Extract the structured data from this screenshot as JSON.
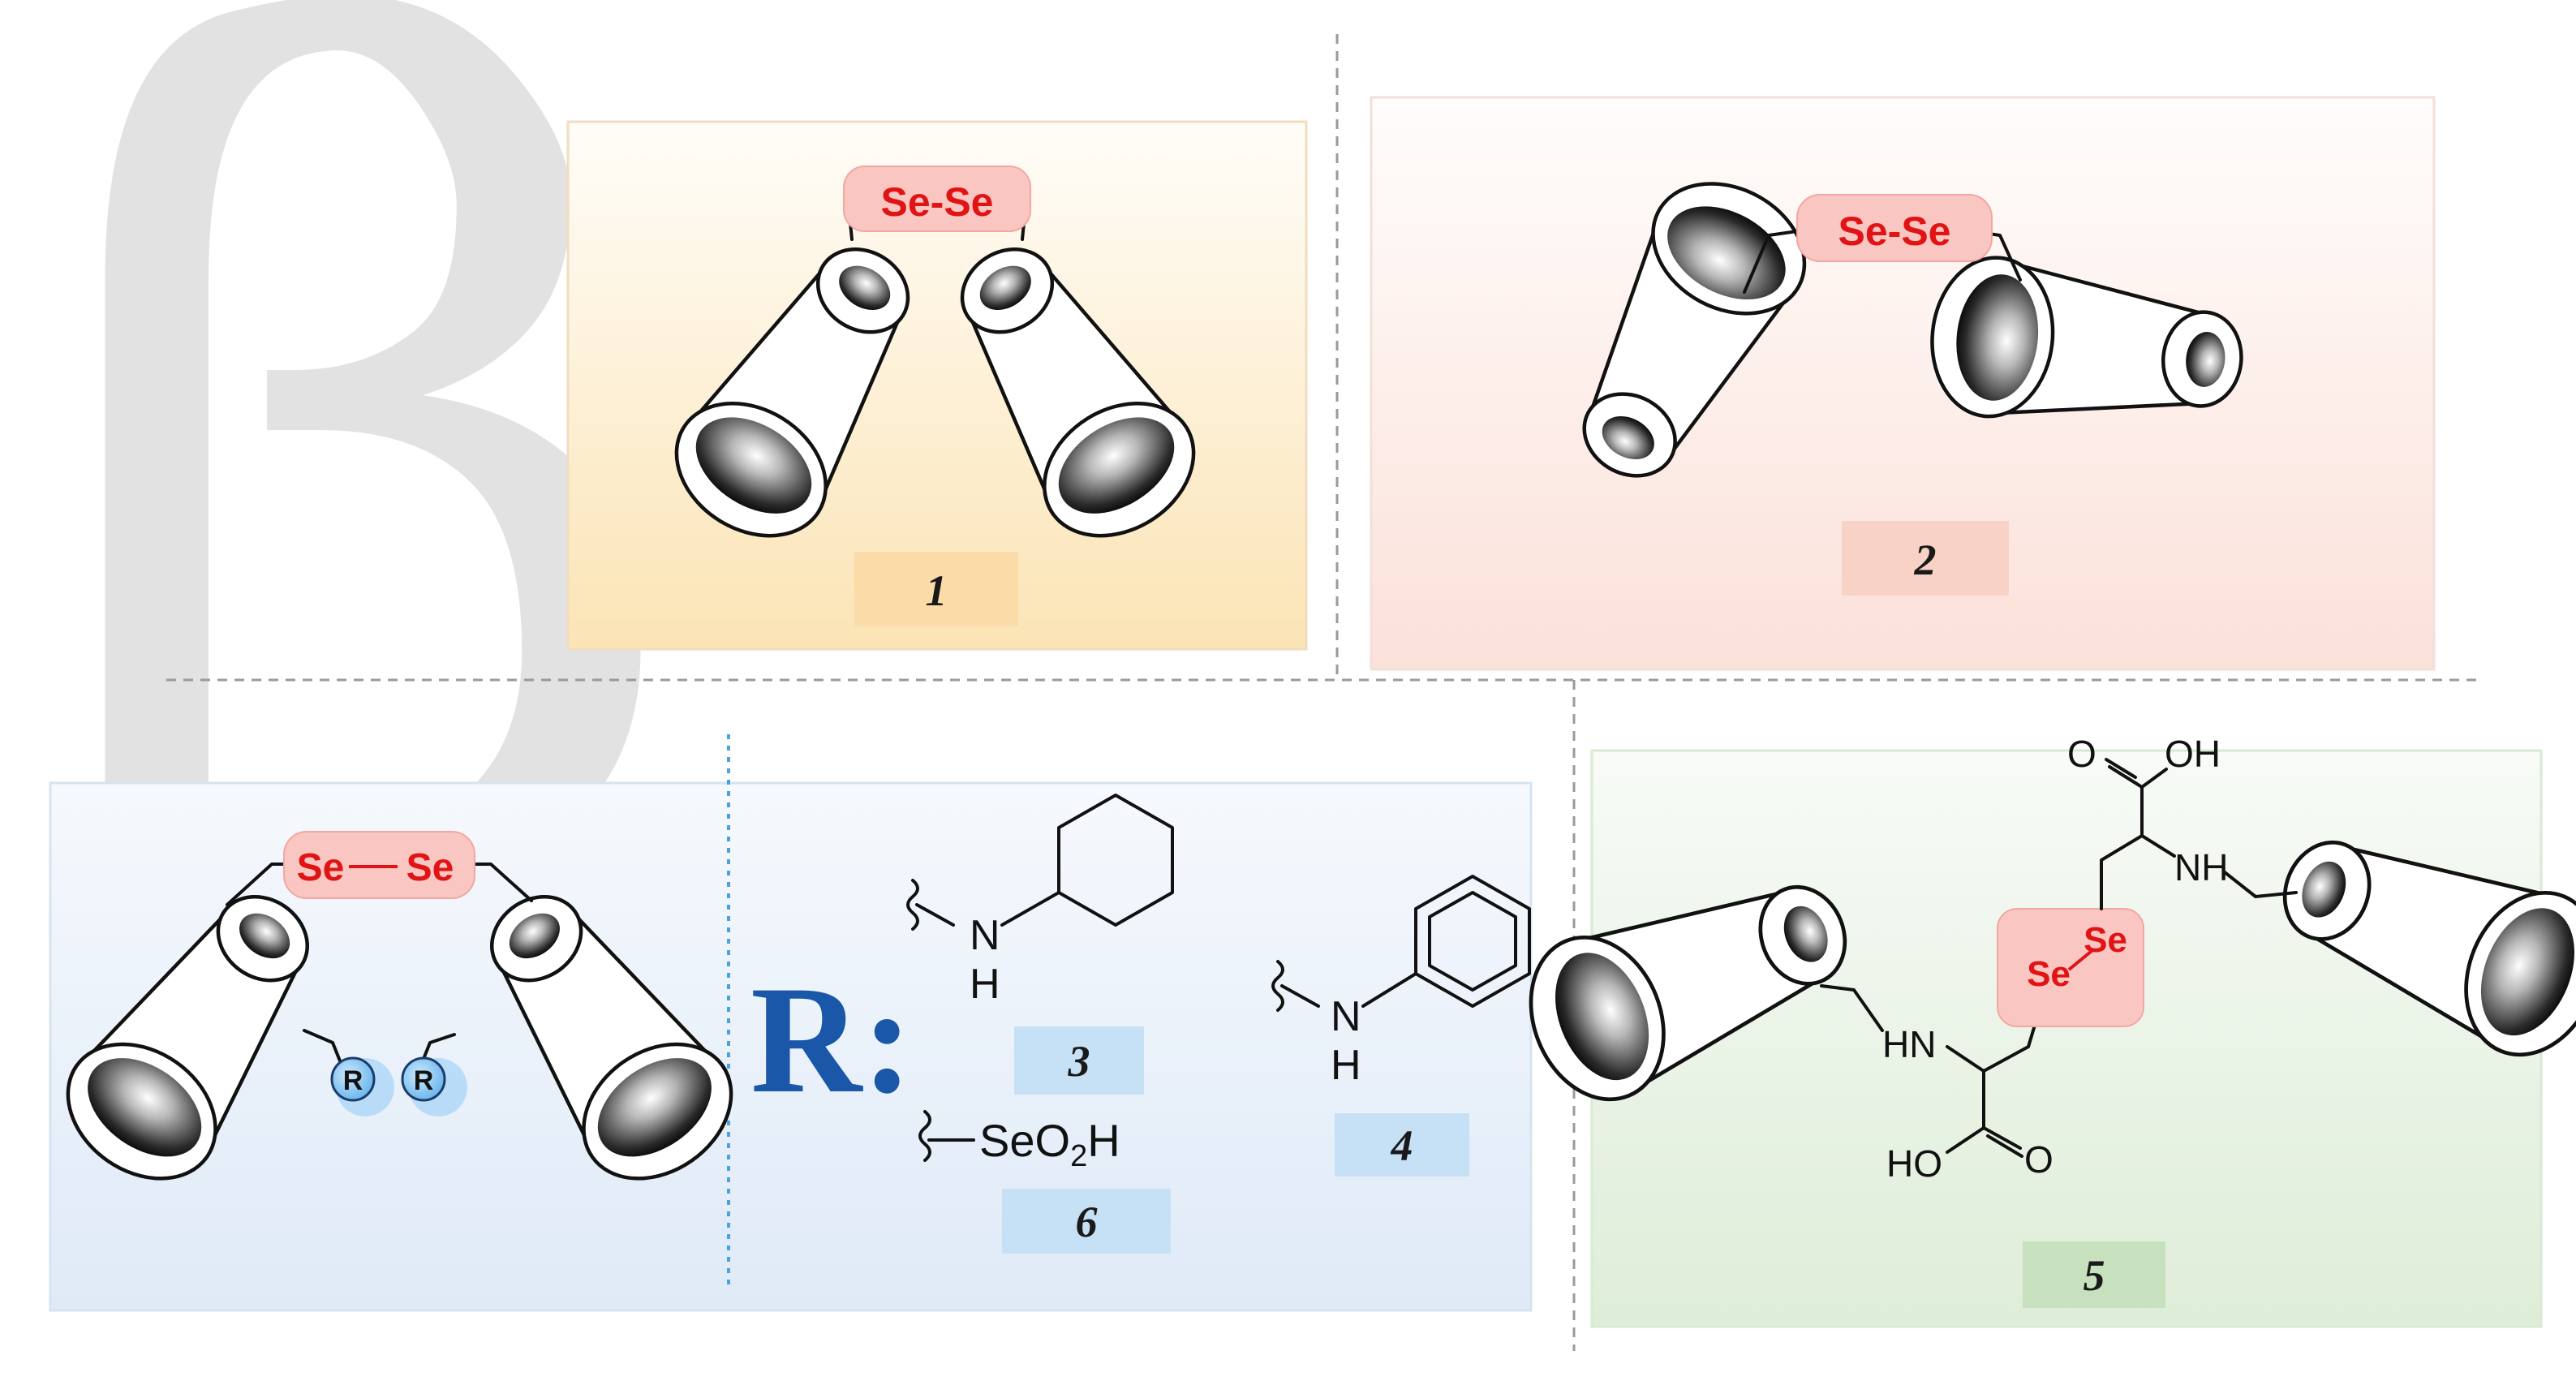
{
  "greek_letter": "β",
  "compounds": {
    "c1": {
      "label": "1",
      "linker": "Se-Se"
    },
    "c2": {
      "label": "2",
      "linker": "Se-Se"
    },
    "c5": {
      "label": "5",
      "linker_se1": "Se",
      "linker_se2": "Se"
    },
    "generic": {
      "se_left": "Se",
      "se_right": "Se",
      "r_left": "R",
      "r_right": "R"
    }
  },
  "r_legend": {
    "title": "R:",
    "items": [
      {
        "label": "3",
        "group": "NH",
        "h": "H",
        "n": "N"
      },
      {
        "label": "4",
        "group": "NH",
        "h": "H",
        "n": "N"
      },
      {
        "label": "6",
        "group_prefix": "SeO",
        "sub": "2",
        "suffix": "H"
      }
    ]
  },
  "c5_groups": {
    "top_o": "O",
    "top_oh": "OH",
    "nh_top": "NH",
    "hn_bottom": "HN",
    "bottom_ho": "HO",
    "bottom_o": "O"
  },
  "colors": {
    "panel1": "#fbe3b2",
    "panel2": "#fbe3dd",
    "panel3": "#e3edf8",
    "panel5": "#e4f1df",
    "se_red": "#e01414",
    "r_blue": "#1b57a8"
  }
}
